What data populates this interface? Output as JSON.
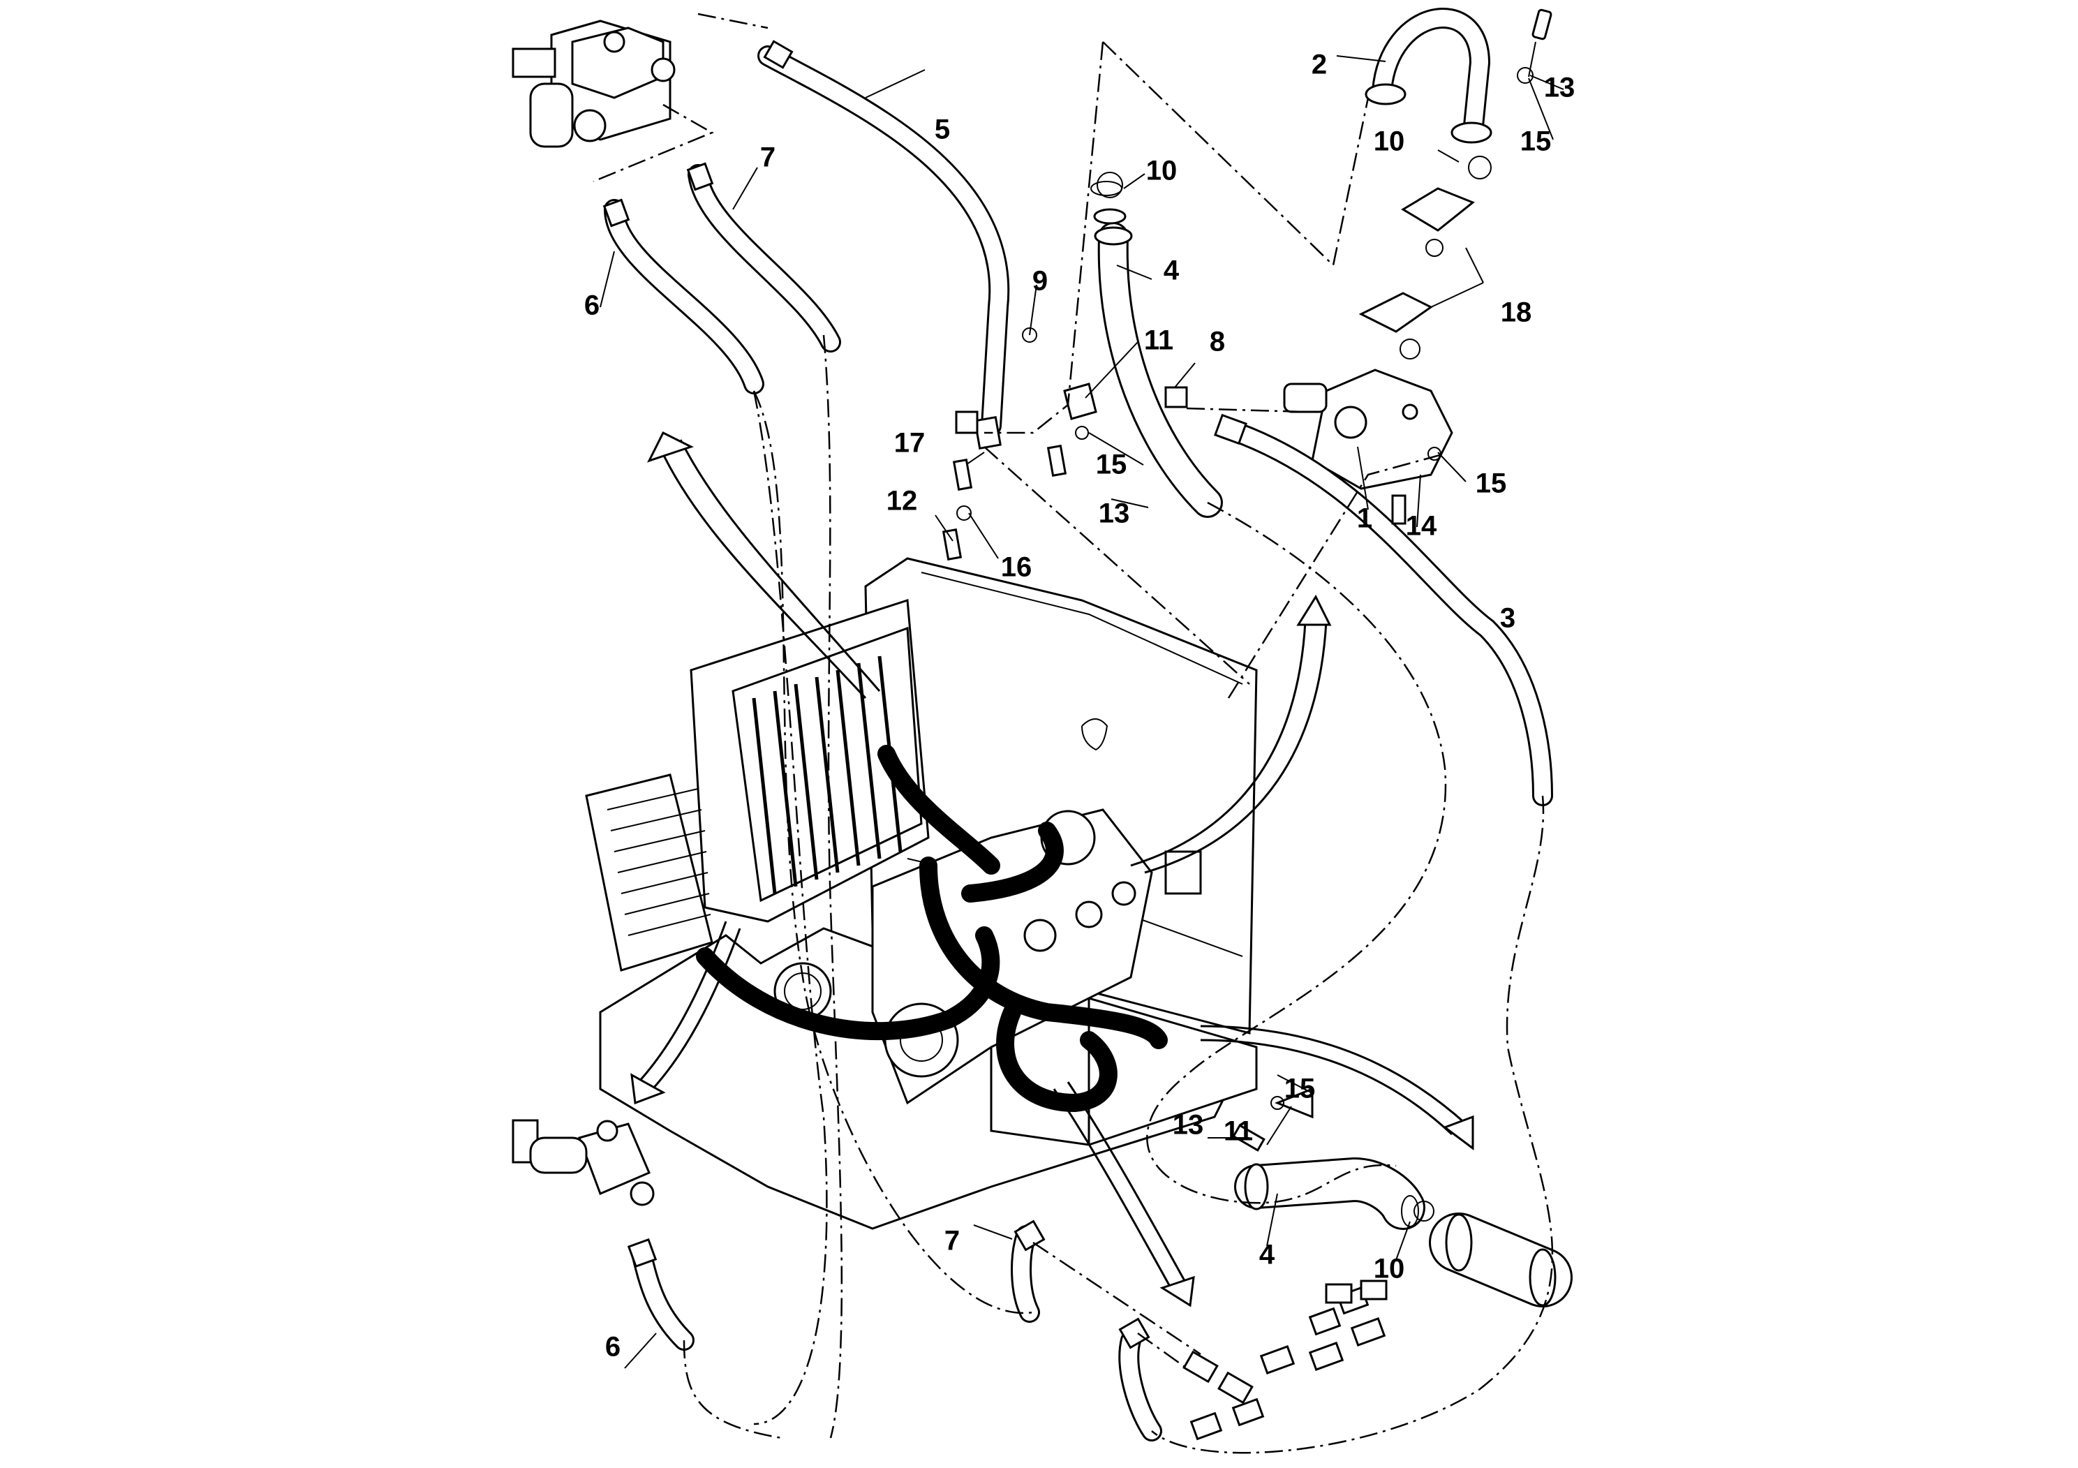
{
  "figure": {
    "callouts": [
      {
        "label": "1"
      },
      {
        "label": "2"
      },
      {
        "label": "3"
      },
      {
        "label": "4"
      },
      {
        "label": "4"
      },
      {
        "label": "5"
      },
      {
        "label": "6"
      },
      {
        "label": "6"
      },
      {
        "label": "7"
      },
      {
        "label": "7"
      },
      {
        "label": "8"
      },
      {
        "label": "9"
      },
      {
        "label": "10"
      },
      {
        "label": "10"
      },
      {
        "label": "10"
      },
      {
        "label": "11"
      },
      {
        "label": "11"
      },
      {
        "label": "12"
      },
      {
        "label": "13"
      },
      {
        "label": "13"
      },
      {
        "label": "13"
      },
      {
        "label": "14"
      },
      {
        "label": "15"
      },
      {
        "label": "15"
      },
      {
        "label": "15"
      },
      {
        "label": "15"
      },
      {
        "label": "16"
      },
      {
        "label": "17"
      },
      {
        "label": "18"
      }
    ]
  },
  "colors": {
    "line": "#000000",
    "background": "#ffffff"
  }
}
